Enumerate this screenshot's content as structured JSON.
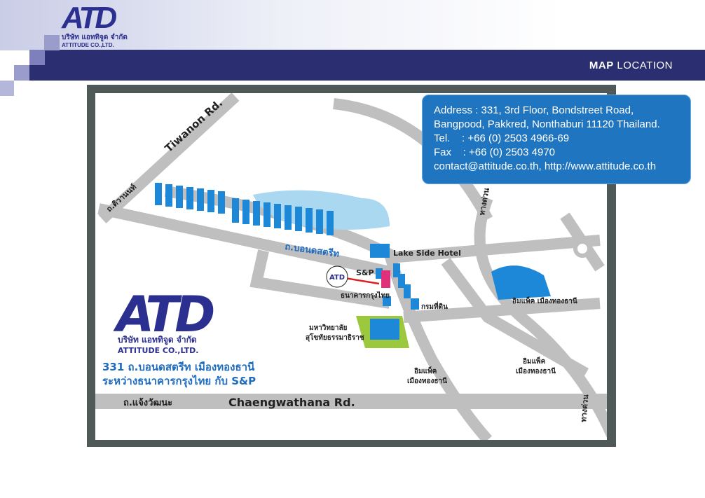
{
  "header": {
    "logo_mark": "ATD",
    "logo_thai": "บริษัท แอททิจูด จำกัด",
    "logo_english": "ATTITUDE CO.,LTD.",
    "title_bold": "MAP",
    "title_rest": " LOCATION"
  },
  "contact": {
    "address_line1": "Address : 331, 3rd Floor, Bondstreet Road,",
    "address_line2": "Bangpood, Pakkred, Nonthaburi 11120 Thailand.",
    "tel": "Tel.    : +66 (0) 2503 4966-69",
    "fax": "Fax    : +66 (0) 2503 4970",
    "web": "contact@attitude.co.th, http://www.attitude.co.th"
  },
  "map": {
    "tiwanon_th": "ถ.ติวานนท์",
    "tiwanon_en": "Tiwanon Rd.",
    "bondstreet_th": "ถ.บอนดสตรีท",
    "lakeside": "Lake Side Hotel",
    "sp": "S&P",
    "ktb": "ธนาคารกรุงไทย",
    "land_dept": "กรมที่ดิน",
    "impact1": "อิมแพ็ค เมืองทองธานี",
    "univ_1": "มหาวิทยาลัย",
    "univ_2": "สุโขทัยธรรมาธิราช",
    "impact2_1": "อิมแพ็ค",
    "impact2_2": "เมืองทองธานี",
    "impact3_1": "อิมแพ็ค",
    "impact3_2": "เมืองทองธานี",
    "chaeng_th": "ถ.แจ้งวัฒนะ",
    "chaeng_en": "Chaengwathana Rd.",
    "expressway": "ทางด่วน",
    "expressway2": "ทางด่วน",
    "pin_logo": "ATD",
    "company_mark": "ATD",
    "company_th": "บริษัท แอททิจูด จำกัด",
    "company_en": "ATTITUDE CO.,LTD.",
    "addr_th1": "331 ถ.บอนดสตรีท  เมืองทองธานี",
    "addr_th2": "ระหว่างธนาคารกรุงไทย กับ S&P"
  }
}
